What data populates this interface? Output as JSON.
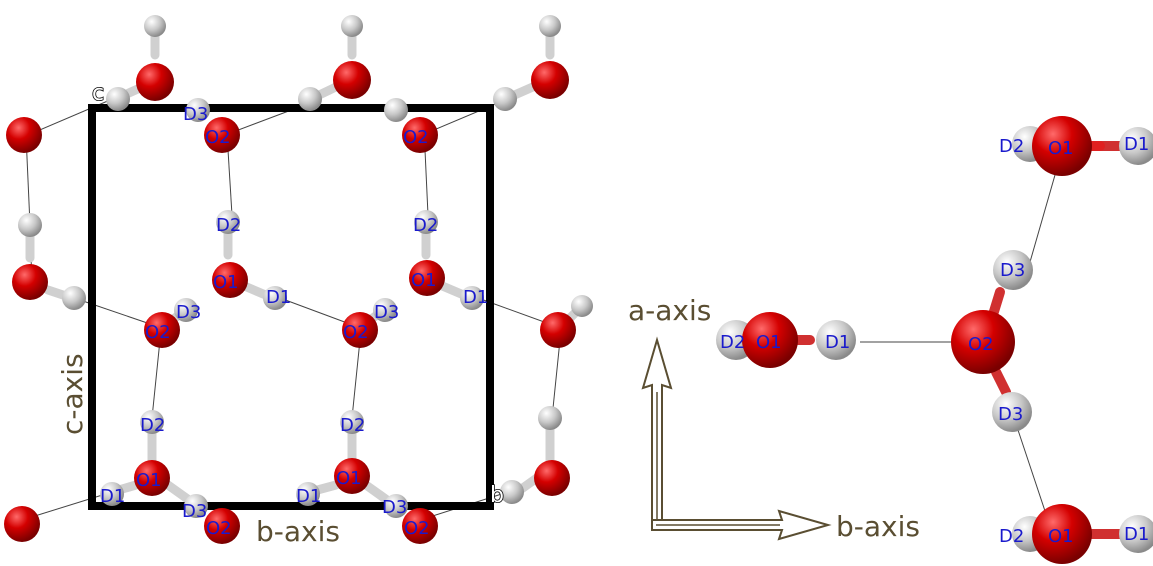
{
  "labels": {
    "corner_c": "c",
    "corner_b": "b",
    "axis_c": "c-axis",
    "axis_b_cell": "b-axis",
    "axis_a_arrow": "a-axis",
    "axis_b_arrow": "b-axis"
  },
  "atom_labels": {
    "O1": "O1",
    "O2": "O2",
    "D1": "D1",
    "D2": "D2",
    "D3": "D3"
  },
  "colors": {
    "oxygen": "#cc0000",
    "deuterium": "#bdbdbd",
    "cell_frame": "#000000",
    "atom_label": "#1a1acc",
    "axis_label": "#5a4e32"
  }
}
